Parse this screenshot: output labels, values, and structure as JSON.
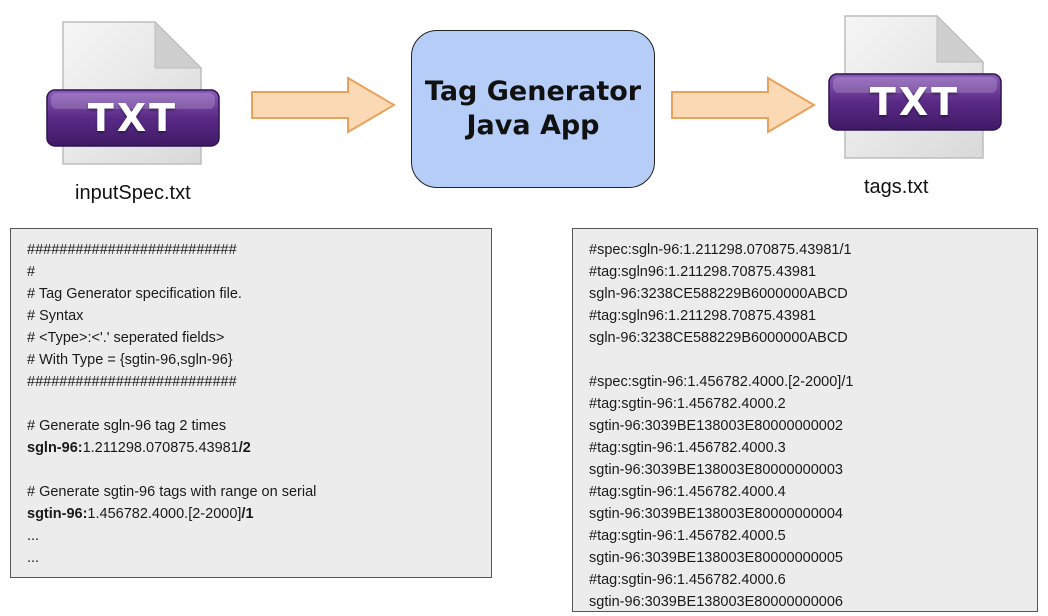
{
  "input_file": {
    "badge": "TXT",
    "caption": "inputSpec.txt"
  },
  "output_file": {
    "badge": "TXT",
    "caption": "tags.txt"
  },
  "app": {
    "line1": "Tag Generator",
    "line2": "Java App"
  },
  "input_lines": [
    {
      "text": "##########################"
    },
    {
      "text": "#"
    },
    {
      "text": "# Tag Generator specification file."
    },
    {
      "text": "# Syntax"
    },
    {
      "text": "# <Type>:<'.' seperated fields>"
    },
    {
      "text": "# With Type = {sgtin-96,sgln-96}"
    },
    {
      "text": "##########################"
    },
    {
      "gap": true
    },
    {
      "text": "# Generate sgln-96 tag 2 times"
    },
    {
      "bold": "sgln-96:",
      "text": "1.211298.070875.43981",
      "bold_end": "/2"
    },
    {
      "gap": true
    },
    {
      "text": "# Generate sgtin-96 tags with range on serial"
    },
    {
      "bold": "sgtin-96:",
      "text": "1.456782.4000.[2-2000]",
      "bold_end": "/1"
    },
    {
      "text": "..."
    },
    {
      "text": "..."
    }
  ],
  "output_lines": [
    {
      "text": "#spec:sgln-96:1.211298.070875.43981/1"
    },
    {
      "text": "#tag:sgln96:1.211298.70875.43981"
    },
    {
      "text": "sgln-96:3238CE588229B6000000ABCD"
    },
    {
      "text": "#tag:sgln96:1.211298.70875.43981"
    },
    {
      "text": "sgln-96:3238CE588229B6000000ABCD"
    },
    {
      "gap": true
    },
    {
      "text": "#spec:sgtin-96:1.456782.4000.[2-2000]/1"
    },
    {
      "text": "#tag:sgtin-96:1.456782.4000.2"
    },
    {
      "text": "sgtin-96:3039BE138003E80000000002"
    },
    {
      "text": "#tag:sgtin-96:1.456782.4000.3"
    },
    {
      "text": "sgtin-96:3039BE138003E80000000003"
    },
    {
      "text": "#tag:sgtin-96:1.456782.4000.4"
    },
    {
      "text": "sgtin-96:3039BE138003E80000000004"
    },
    {
      "text": "#tag:sgtin-96:1.456782.4000.5"
    },
    {
      "text": "sgtin-96:3039BE138003E80000000005"
    },
    {
      "text": "#tag:sgtin-96:1.456782.4000.6"
    },
    {
      "text": "sgtin-96:3039BE138003E80000000006"
    }
  ],
  "colors": {
    "badge_purple": "#5a2a86",
    "arrow_fill": "#fbd9b4",
    "arrow_stroke": "#e9a25c",
    "app_fill": "#b5cdf7",
    "panel_fill": "#ececec"
  }
}
